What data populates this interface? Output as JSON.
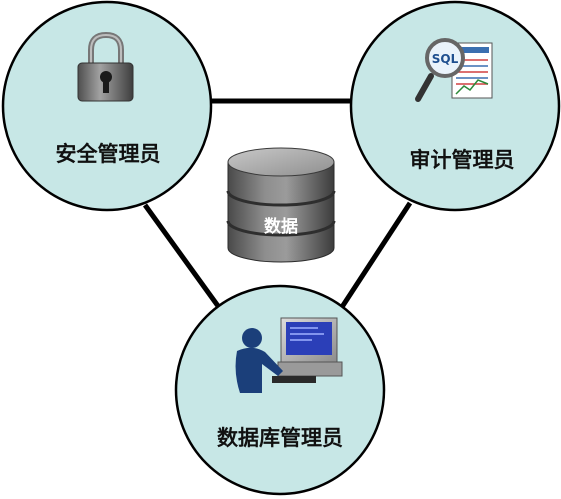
{
  "diagram": {
    "nodes": {
      "security": {
        "label": "安全管理员",
        "icon": "padlock-icon"
      },
      "audit": {
        "label": "审计管理员",
        "icon": "sql-magnifier-icon"
      },
      "dba": {
        "label": "数据库管理员",
        "icon": "computer-user-icon"
      }
    },
    "center": {
      "label": "数据",
      "icon": "database-cylinder-icon"
    }
  },
  "colors": {
    "node_fill": "#c7e7e6",
    "node_stroke": "#000000",
    "connector": "#000000",
    "database_body": "#6b6b6b",
    "database_top": "#a9a9a9",
    "database_label": "#ffffff"
  }
}
